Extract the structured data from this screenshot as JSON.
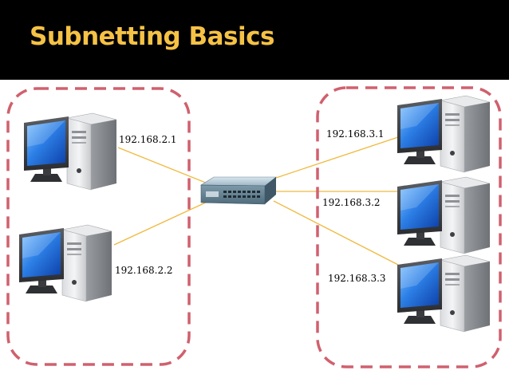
{
  "slide": {
    "title": "Subnetting Basics",
    "colors": {
      "title_text": "#f5c245",
      "title_bar": "#000000",
      "subnet_border": "#d0606e",
      "link_line": "#f0b93e"
    }
  },
  "diagram": {
    "subnets": [
      {
        "hosts": [
          {
            "ip": "192.168.2.1",
            "icon": "desktop-computer-icon"
          },
          {
            "ip": "192.168.2.2",
            "icon": "desktop-computer-icon"
          }
        ]
      },
      {
        "hosts": [
          {
            "ip": "192.168.3.1",
            "icon": "desktop-computer-icon"
          },
          {
            "ip": "192.168.3.2",
            "icon": "desktop-computer-icon"
          },
          {
            "ip": "192.168.3.3",
            "icon": "desktop-computer-icon"
          }
        ]
      }
    ],
    "switch": {
      "icon": "network-switch-icon"
    }
  }
}
